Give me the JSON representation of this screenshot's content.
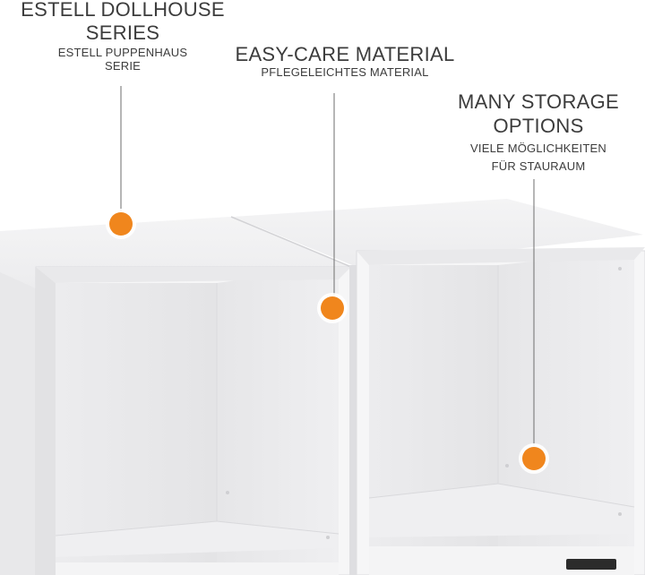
{
  "callouts": {
    "series": {
      "title_line1": "ESTELL DOLLHOUSE",
      "title_line2": "SERIES",
      "subtitle_line1": "ESTELL PUPPENHAUS",
      "subtitle_line2": "SERIE"
    },
    "material": {
      "title": "EASY-CARE MATERIAL",
      "subtitle": "PFLEGELEICHTES MATERIAL"
    },
    "storage": {
      "title_line1": "MANY STORAGE",
      "title_line2": "OPTIONS",
      "subtitle_line1": "VIELE MÖGLICHKEITEN",
      "subtitle_line2": "FÜR STAURAUM"
    }
  },
  "colors": {
    "marker": "#f0861d",
    "text": "#3c3c3c",
    "line": "#6e6e6e",
    "shelf_light": "#f2f2f3",
    "shelf_shade": "#e3e3e5"
  }
}
